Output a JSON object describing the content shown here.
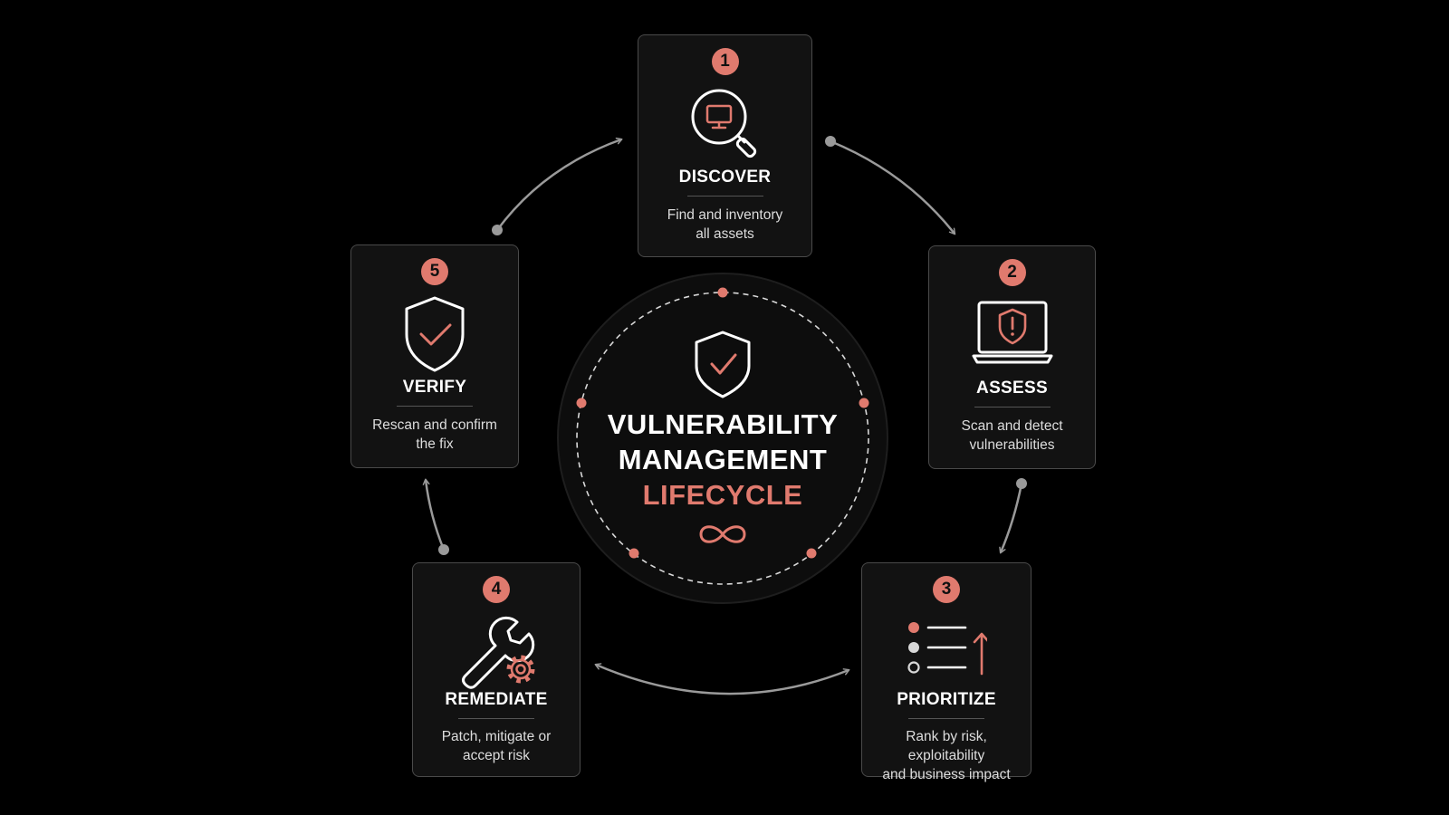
{
  "colors": {
    "background": "#000000",
    "card": "#121212",
    "card_border": "#4a4a4a",
    "accent": "#e07a6e",
    "text": "#ffffff",
    "muted_text": "#dddddd",
    "connector": "#9a9a9a"
  },
  "hub": {
    "title_line1": "VULNERABILITY",
    "title_line2": "MANAGEMENT",
    "title_line3": "LIFECYCLE",
    "top_icon": "shield-check-icon",
    "bottom_icon": "infinity-icon"
  },
  "steps": [
    {
      "number": "1",
      "title": "DISCOVER",
      "description_line1": "Find and inventory",
      "description_line2": "all assets",
      "icon": "magnifier-monitor-icon"
    },
    {
      "number": "2",
      "title": "ASSESS",
      "description_line1": "Scan and detect",
      "description_line2": "vulnerabilities",
      "icon": "laptop-shield-alert-icon"
    },
    {
      "number": "3",
      "title": "PRIORITIZE",
      "description_line1": "Rank by risk, exploitability",
      "description_line2": "and business impact",
      "icon": "ranked-list-arrow-icon"
    },
    {
      "number": "4",
      "title": "REMEDIATE",
      "description_line1": "Patch, mitigate or",
      "description_line2": "accept risk",
      "icon": "wrench-gear-icon"
    },
    {
      "number": "5",
      "title": "VERIFY",
      "description_line1": "Rescan and confirm",
      "description_line2": "the fix",
      "icon": "shield-check-icon"
    }
  ]
}
